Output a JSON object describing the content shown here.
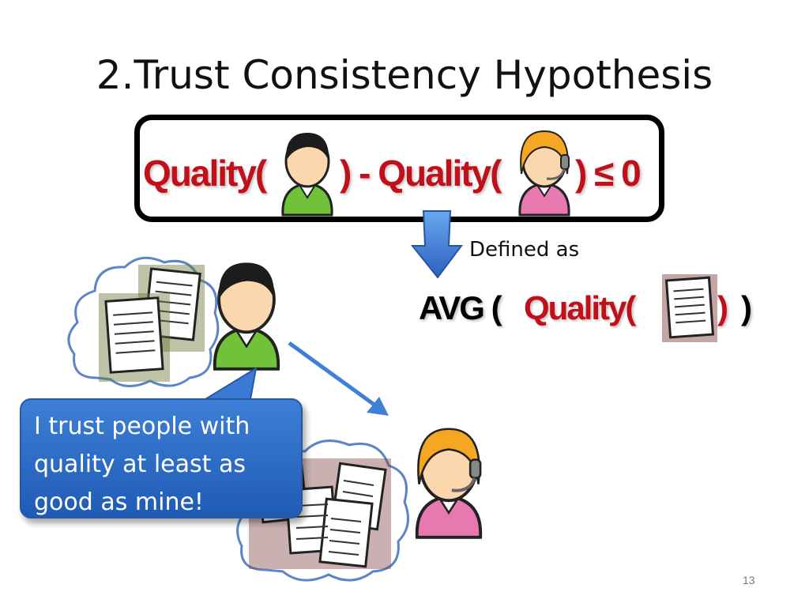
{
  "slide": {
    "title": "2.Trust Consistency Hypothesis",
    "page_number": "13"
  },
  "formula": {
    "quality_open_1": "Quality(",
    "minus_quality_open": ") - Quality(",
    "close_leq_zero": ") ≤ 0"
  },
  "definition": {
    "defined_as": "Defined as",
    "avg_open": "AVG (",
    "quality_open": "Quality(",
    "close_inner": ")",
    "close_outer": ")"
  },
  "callout": {
    "text": "I trust people with quality at least as good as mine!"
  },
  "icons": {
    "user_green": "person-green-icon",
    "user_pink": "person-headset-pink-icon",
    "document": "document-icon",
    "cloud": "cloud-icon",
    "arrow_down": "arrow-down-icon",
    "arrow_diagonal": "arrow-diagonal-icon"
  },
  "colors": {
    "quality_red": "#c0101a",
    "callout_blue": "#2f6ec8",
    "arrow_blue": "#3f7fd8",
    "shirt_green": "#6fc23a",
    "shirt_pink": "#e878b0",
    "hair_orange": "#f5a623"
  }
}
